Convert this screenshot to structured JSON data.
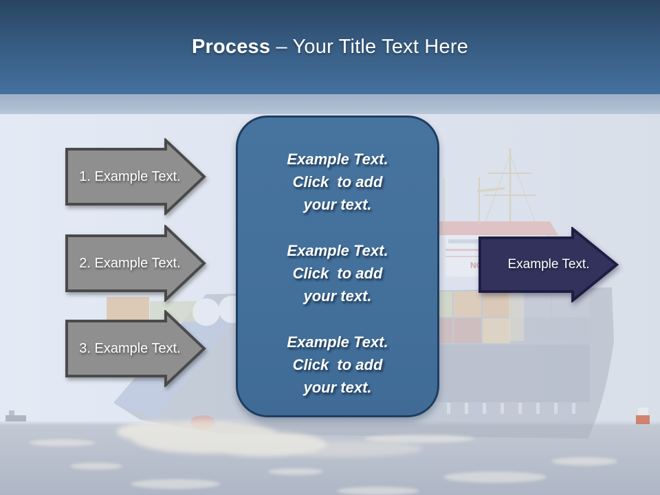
{
  "title": {
    "emphasis": "Process",
    "rest": "– Your Title Text Here"
  },
  "process_arrows": [
    {
      "label": "1. Example Text."
    },
    {
      "label": "2. Example Text."
    },
    {
      "label": "3. Example Text."
    }
  ],
  "panel": {
    "blocks": [
      {
        "lines": [
          "Example Text.",
          "Click  to add",
          "your text."
        ]
      },
      {
        "lines": [
          "Example Text.",
          "Click  to add",
          "your text."
        ]
      },
      {
        "lines": [
          "Example Text.",
          "Click  to add",
          "your text."
        ]
      }
    ]
  },
  "result_arrow": {
    "label": "Example Text."
  },
  "background": {
    "ship_marking": "NO"
  },
  "colors": {
    "header_top": "#294462",
    "header_bottom": "#44719f",
    "divider_band": "#aebdd1",
    "panel_fill": "#43709b",
    "panel_border": "#1e3d5f",
    "arrow_gray_fill": "#8f8f8f",
    "arrow_gray_border": "#4a4a4a",
    "arrow_navy_fill": "#32325c",
    "arrow_navy_border": "#1e1e42",
    "text": "#ffffff"
  }
}
